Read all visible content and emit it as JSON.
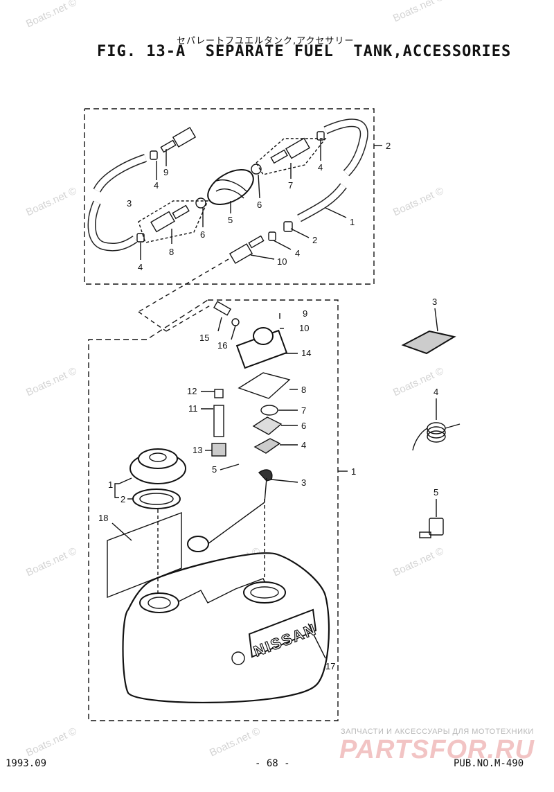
{
  "header": {
    "jp_title": "セパレートフユエルタンク,アクセサリー",
    "fig_title": "FIG. 13-A  SEPARATE FUEL  TANK,ACCESSORIES"
  },
  "footer": {
    "date": "1993.09",
    "page": "- 68 -",
    "pub": "PUB.NO.M-490"
  },
  "watermark": "Boats.net ©",
  "promo": {
    "line": "ЗАПЧАСТИ И АКСЕССУАРЫ ДЛЯ МОТОТЕХНИКИ",
    "logo": "PARTSFOR.RU"
  },
  "tank_brand": "NISSAN",
  "labels": {
    "hose_group": [
      "9",
      "4",
      "3",
      "4",
      "8",
      "6",
      "5",
      "6",
      "7",
      "4",
      "1",
      "2",
      "4",
      "10",
      "2"
    ],
    "tank_group": [
      "9",
      "10",
      "15",
      "16",
      "14",
      "12",
      "8",
      "11",
      "7",
      "6",
      "13",
      "4",
      "5",
      "3",
      "1",
      "2",
      "18",
      "17",
      "1"
    ],
    "accessories": [
      "3",
      "4",
      "5"
    ]
  }
}
